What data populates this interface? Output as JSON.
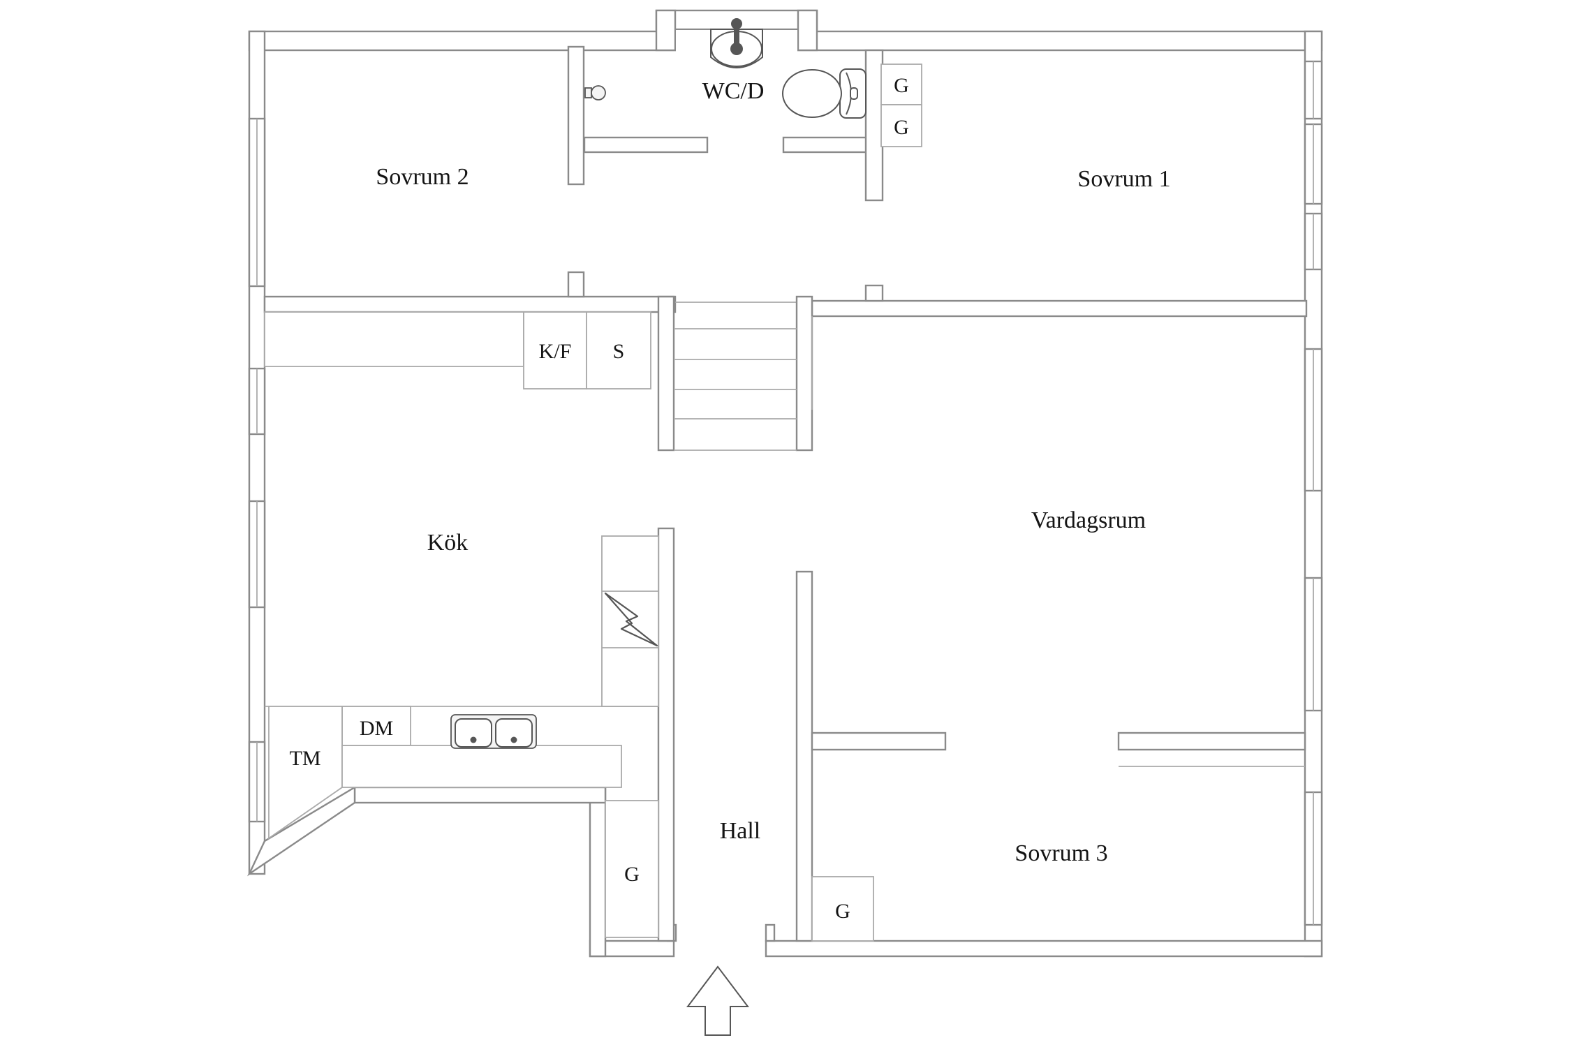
{
  "page": {
    "background": "#ffffff",
    "type": "architectural floor plan"
  },
  "colors": {
    "wall_line": "#8a8a8a",
    "thin_line": "#a9a9a9",
    "fixture_line": "#565656",
    "text": "#141414"
  },
  "rooms": {
    "sovrum2": "Sovrum 2",
    "wc_d": "WC/D",
    "sovrum1": "Sovrum 1",
    "kok": "Kök",
    "vardagsrum": "Vardagsrum",
    "hall": "Hall",
    "sovrum3": "Sovrum 3"
  },
  "cabinets": {
    "kyl_frys": "K/F",
    "skafferi": "S",
    "diskmaskin": "DM",
    "tvattmaskin": "TM"
  },
  "closets": {
    "sovrum1_g_top": "G",
    "sovrum1_g_bottom": "G",
    "hall_g": "G",
    "sovrum3_g": "G"
  },
  "icons": {
    "entrance_arrow": "entrance-arrow",
    "washbasin": "washbasin",
    "toilet": "toilet",
    "shower_mixer": "shower-mixer",
    "electrical_panel": "lightning-bolt",
    "kitchen_sink": "double-sink",
    "stairs": "staircase-treads"
  }
}
